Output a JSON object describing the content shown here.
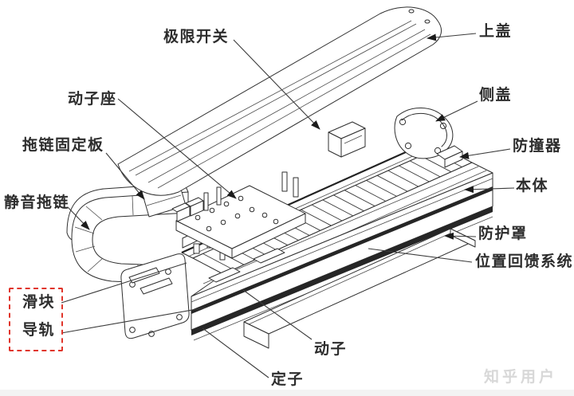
{
  "diagram": {
    "labels": {
      "limit_switch": "极限开关",
      "top_cover": "上盖",
      "mover_seat": "动子座",
      "side_cover": "侧盖",
      "drag_chain_fixing_plate": "拖链固定板",
      "bumper": "防撞器",
      "silent_drag_chain": "静音拖链",
      "body": "本体",
      "protective_cover": "防护罩",
      "position_feedback_system": "位置回馈系统",
      "slider": "滑块",
      "guide_rail": "导轨",
      "mover": "动子",
      "stator": "定子"
    },
    "watermark": "知乎用户",
    "colors": {
      "line": "#2f2f2f",
      "label_text": "#2d2d2d",
      "highlight_box": "#e0352b",
      "watermark_text": "#d8d8d8",
      "background": "#ffffff"
    }
  }
}
